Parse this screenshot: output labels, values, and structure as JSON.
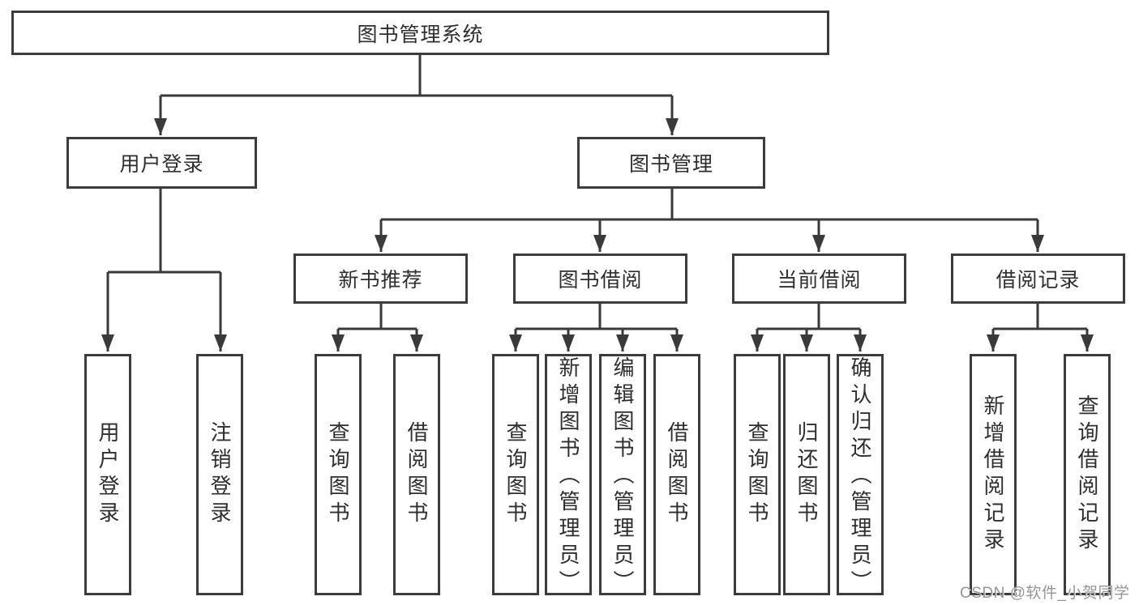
{
  "tree": {
    "root": {
      "label": "图书管理系统"
    },
    "branches": [
      {
        "label": "用户登录",
        "children": [
          {
            "label": "用户登录"
          },
          {
            "label": "注销登录"
          }
        ]
      },
      {
        "label": "图书管理",
        "children": [
          {
            "label": "新书推荐",
            "children": [
              {
                "label": "查询图书"
              },
              {
                "label": "借阅图书"
              }
            ]
          },
          {
            "label": "图书借阅",
            "children": [
              {
                "label": "查询图书"
              },
              {
                "label": "新增图书（管理员）"
              },
              {
                "label": "编辑图书（管理员）"
              },
              {
                "label": "借阅图书"
              }
            ]
          },
          {
            "label": "当前借阅",
            "children": [
              {
                "label": "查询图书"
              },
              {
                "label": "归还图书"
              },
              {
                "label": "确认归还（管理员）"
              }
            ]
          },
          {
            "label": "借阅记录",
            "children": [
              {
                "label": "新增借阅记录"
              },
              {
                "label": "查询借阅记录"
              }
            ]
          }
        ]
      }
    ]
  },
  "watermark": "CSDN @软件_小贺同学",
  "colors": {
    "line": "#3a3a3a",
    "border": "#3c3c3c",
    "text": "#2e2e2e",
    "background": "#ffffff",
    "watermark": "#969696"
  }
}
